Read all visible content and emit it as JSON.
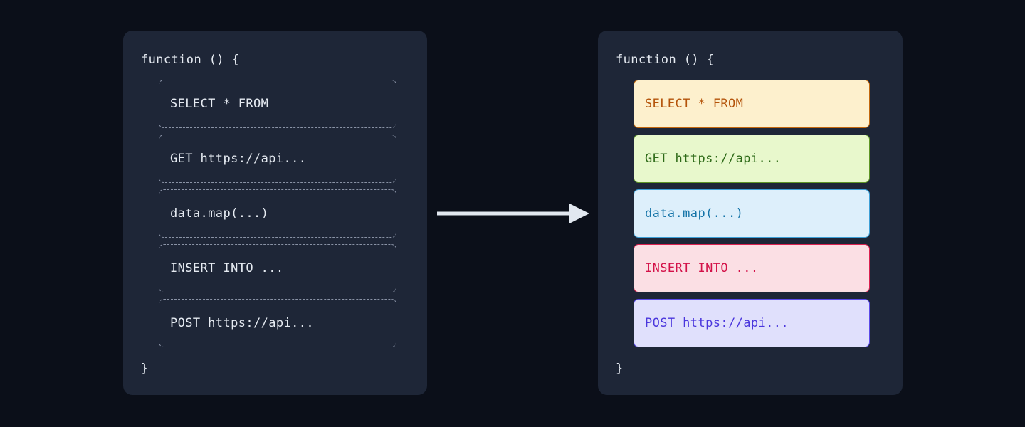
{
  "canvas": {
    "background_color": "#0b0f19",
    "panel_color": "#1e2637"
  },
  "arrow": {
    "icon": "arrow-right-icon",
    "color": "#e2e8f0",
    "direction": "left-to-right"
  },
  "panels": [
    {
      "id": "before",
      "name": "untagged-code-panel",
      "open_line": "function () {",
      "close_line": "}",
      "text_color": "#e6ebf2",
      "statements": [
        {
          "label": "SELECT * FROM",
          "fill": "transparent",
          "accent": "#8a93a6",
          "text": "#e6ebf2"
        },
        {
          "label": "GET https://api...",
          "fill": "transparent",
          "accent": "#8a93a6",
          "text": "#e6ebf2"
        },
        {
          "label": "data.map(...)",
          "fill": "transparent",
          "accent": "#8a93a6",
          "text": "#e6ebf2"
        },
        {
          "label": "INSERT INTO ...",
          "fill": "transparent",
          "accent": "#8a93a6",
          "text": "#e6ebf2"
        },
        {
          "label": "POST https://api...",
          "fill": "transparent",
          "accent": "#8a93a6",
          "text": "#e6ebf2"
        }
      ]
    },
    {
      "id": "after",
      "name": "tagged-code-panel",
      "open_line": "function () {",
      "close_line": "}",
      "text_color": "#e6ebf2",
      "statements": [
        {
          "label": "SELECT * FROM",
          "fill": "#fdf0cd",
          "accent": "#c2670d",
          "text": "#b4530a"
        },
        {
          "label": "GET https://api...",
          "fill": "#e8f8cc",
          "accent": "#5e9626",
          "text": "#2d6a17"
        },
        {
          "label": "data.map(...)",
          "fill": "#ddeffb",
          "accent": "#3d9fd6",
          "text": "#1574a8"
        },
        {
          "label": "INSERT INTO ...",
          "fill": "#fbdfe4",
          "accent": "#db2150",
          "text": "#d31148"
        },
        {
          "label": "POST https://api...",
          "fill": "#e0e0fc",
          "accent": "#5b4be8",
          "text": "#4a36dd"
        }
      ]
    }
  ]
}
